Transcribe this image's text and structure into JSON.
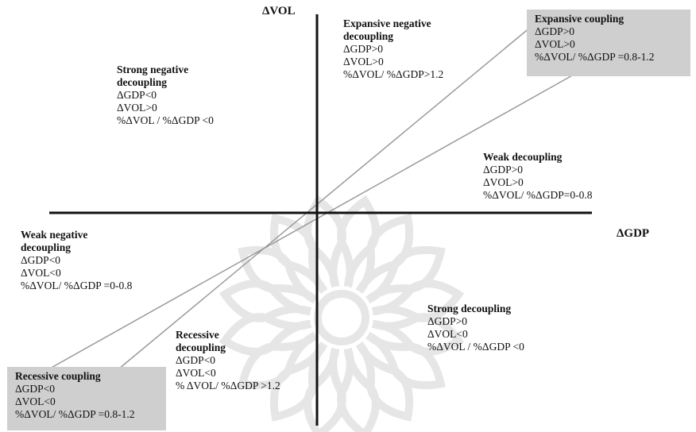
{
  "axes": {
    "y_label": "ΔVOL",
    "x_label": "ΔGDP"
  },
  "colors": {
    "axis": "#111111",
    "diagonal": "#9a9a9a",
    "shade_box": "#cfcfcf",
    "watermark": "#e4e4e4"
  },
  "watermark": {
    "icon": "rosette-watermark-icon"
  },
  "regions": {
    "expansive_negative": {
      "title_1": "Expansive negative",
      "title_2": "decoupling",
      "l1": "ΔGDP>0",
      "l2": "ΔVOL>0",
      "l3": "%ΔVOL/ %ΔGDP>1.2"
    },
    "expansive_coupling": {
      "title_1": "Expansive coupling",
      "l1": "ΔGDP>0",
      "l2": "ΔVOL>0",
      "l3": "%ΔVOL/ %ΔGDP =0.8-1.2"
    },
    "strong_negative": {
      "title_1": "Strong negative",
      "title_2": "decoupling",
      "l1": "ΔGDP<0",
      "l2": "ΔVOL>0",
      "l3": "%ΔVOL / %ΔGDP <0"
    },
    "weak_decoupling": {
      "title_1": "Weak decoupling",
      "l1": "ΔGDP>0",
      "l2": "ΔVOL>0",
      "l3": "%ΔVOL/ %ΔGDP=0-0.8"
    },
    "weak_negative": {
      "title_1": "Weak negative",
      "title_2": "decoupling",
      "l1": "ΔGDP<0",
      "l2": "ΔVOL<0",
      "l3": "%ΔVOL/ %ΔGDP =0-0.8"
    },
    "strong_decoupling": {
      "title_1": "Strong decoupling",
      "l1": "ΔGDP>0",
      "l2": "ΔVOL<0",
      "l3": "%ΔVOL / %ΔGDP <0"
    },
    "recessive_decoupling": {
      "title_1": "Recessive",
      "title_2": "decoupling",
      "l1": "ΔGDP<0",
      "l2": "ΔVOL<0",
      "l3": "% ΔVOL/ %ΔGDP >1.2"
    },
    "recessive_coupling": {
      "title_1": "Recessive coupling",
      "l1": "ΔGDP<0",
      "l2": "ΔVOL<0",
      "l3": "%ΔVOL/ %ΔGDP =0.8-1.2"
    }
  }
}
